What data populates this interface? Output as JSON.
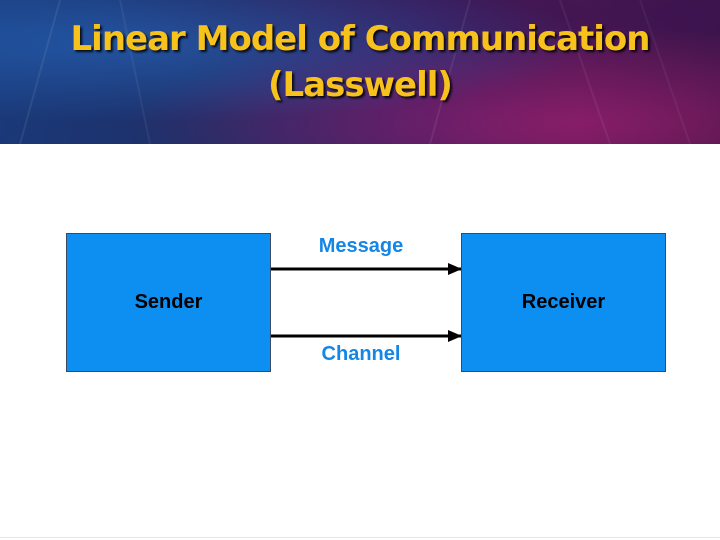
{
  "slide": {
    "title_line1": "Linear Model of Communication",
    "title_line2": "(Lasswell)"
  },
  "diagram": {
    "sender_label": "Sender",
    "receiver_label": "Receiver",
    "message_label": "Message",
    "channel_label": "Channel"
  },
  "colors": {
    "title": "#f7c21c",
    "box_fill": "#0d8ff2",
    "flow_label": "#1486e6",
    "arrow": "#000000"
  }
}
